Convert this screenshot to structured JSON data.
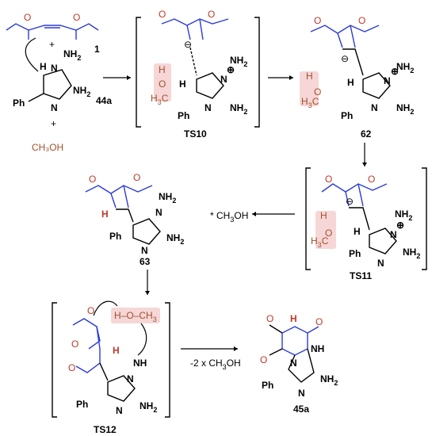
{
  "compounds": {
    "c1": "1",
    "c44a": "44a",
    "ts10": "TS10",
    "c62": "62",
    "ts11": "TS11",
    "c63": "63",
    "ts12": "TS12",
    "c45a": "45a"
  },
  "atoms": {
    "nh2": "NH",
    "sub2": "2",
    "n": "N",
    "nh": "NH",
    "h": "H",
    "ph": "Ph",
    "o": "O",
    "c": "C",
    "h3": "H",
    "sub3": "3",
    "o_ester": "O"
  },
  "reagents": {
    "methanol": "CH₃OH",
    "plus": "+",
    "star_methanol": "* CH₃OH",
    "minus_2_methanol": "-2 x CH₃OH"
  },
  "charges": {
    "minus": "⊖",
    "plus": "⊕"
  },
  "colors": {
    "bond_blue": "#2b3bd6",
    "oxygen_red": "#c0392b",
    "methanol_brown": "#a0522d",
    "highlight_pink": "#f6d6d6"
  }
}
